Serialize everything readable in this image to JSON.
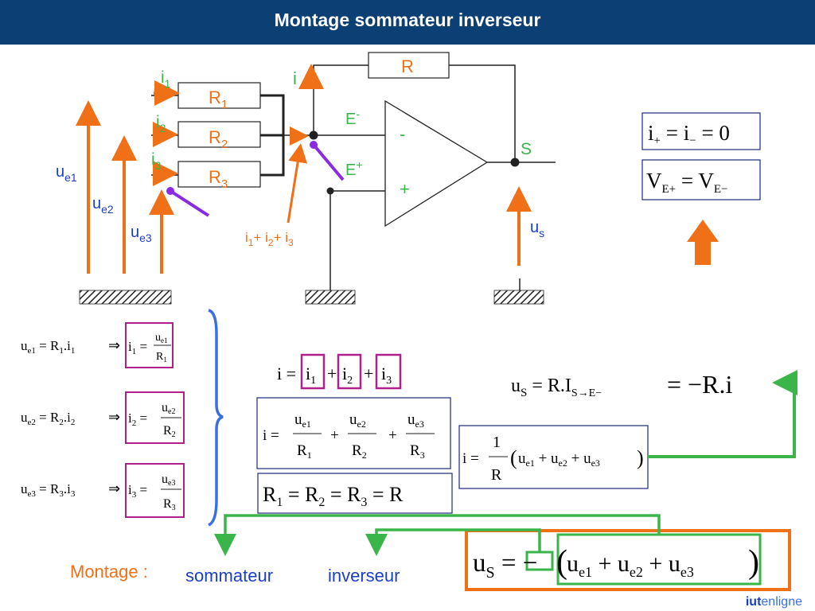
{
  "title": "Montage sommateur inverseur",
  "circuit": {
    "r_label": "R",
    "r1": "R",
    "r1_sub": "1",
    "r2": "R",
    "r2_sub": "2",
    "r3": "R",
    "r3_sub": "3",
    "i1": "i",
    "i1_sub": "1",
    "i2": "i",
    "i2_sub": "2",
    "i3": "i",
    "i3_sub": "3",
    "i": "i",
    "e_minus": "E",
    "e_minus_sup": "-",
    "e_plus": "E",
    "e_plus_sup": "+",
    "minus_sign": "-",
    "plus_sign": "+",
    "s": "S",
    "sum_a": "i",
    "sum_a_sub": "1",
    "sum_b": "+ i",
    "sum_b_sub": "2",
    "sum_c": "+ i",
    "sum_c_sub": "3",
    "ue1": "u",
    "ue1_sub": "e1",
    "ue2": "u",
    "ue2_sub": "e2",
    "ue3": "u",
    "ue3_sub": "e3",
    "us": "u",
    "us_sub": "s"
  },
  "equations": {
    "box_currents": "i₊ = i₋ = 0",
    "box_voltages": "VE+ = VE−",
    "ue1_eq": "ue1 = R1.i1",
    "ue2_eq": "ue2 = R2.i2",
    "ue3_eq": "ue3 = R3.i3",
    "i_sum": "i = i1 + i2 + i3",
    "i_fractions": "i = ue1/R1 + ue2/R2 + ue3/R3",
    "r_equal": "R1 = R2 = R3 = R",
    "us_eq": "uS = R.IS→E− = −R.i",
    "i_result": "i = (1/R)(ue1 + ue2 + ue3)",
    "final": "uS = −(ue1 + ue2 + ue3)"
  },
  "montage": {
    "label": "Montage :",
    "sommateur": "sommateur",
    "inverseur": "inverseur"
  },
  "logo": {
    "part1": "iut",
    "part2": "enligne"
  },
  "colors": {
    "title_bg": "#0c3f73",
    "orange": "#f07018",
    "green": "#3ab54a",
    "purple": "#8a2be2",
    "magenta": "#b0208a",
    "blue": "#1a3fc4",
    "bracket": "#3a6fe0"
  }
}
